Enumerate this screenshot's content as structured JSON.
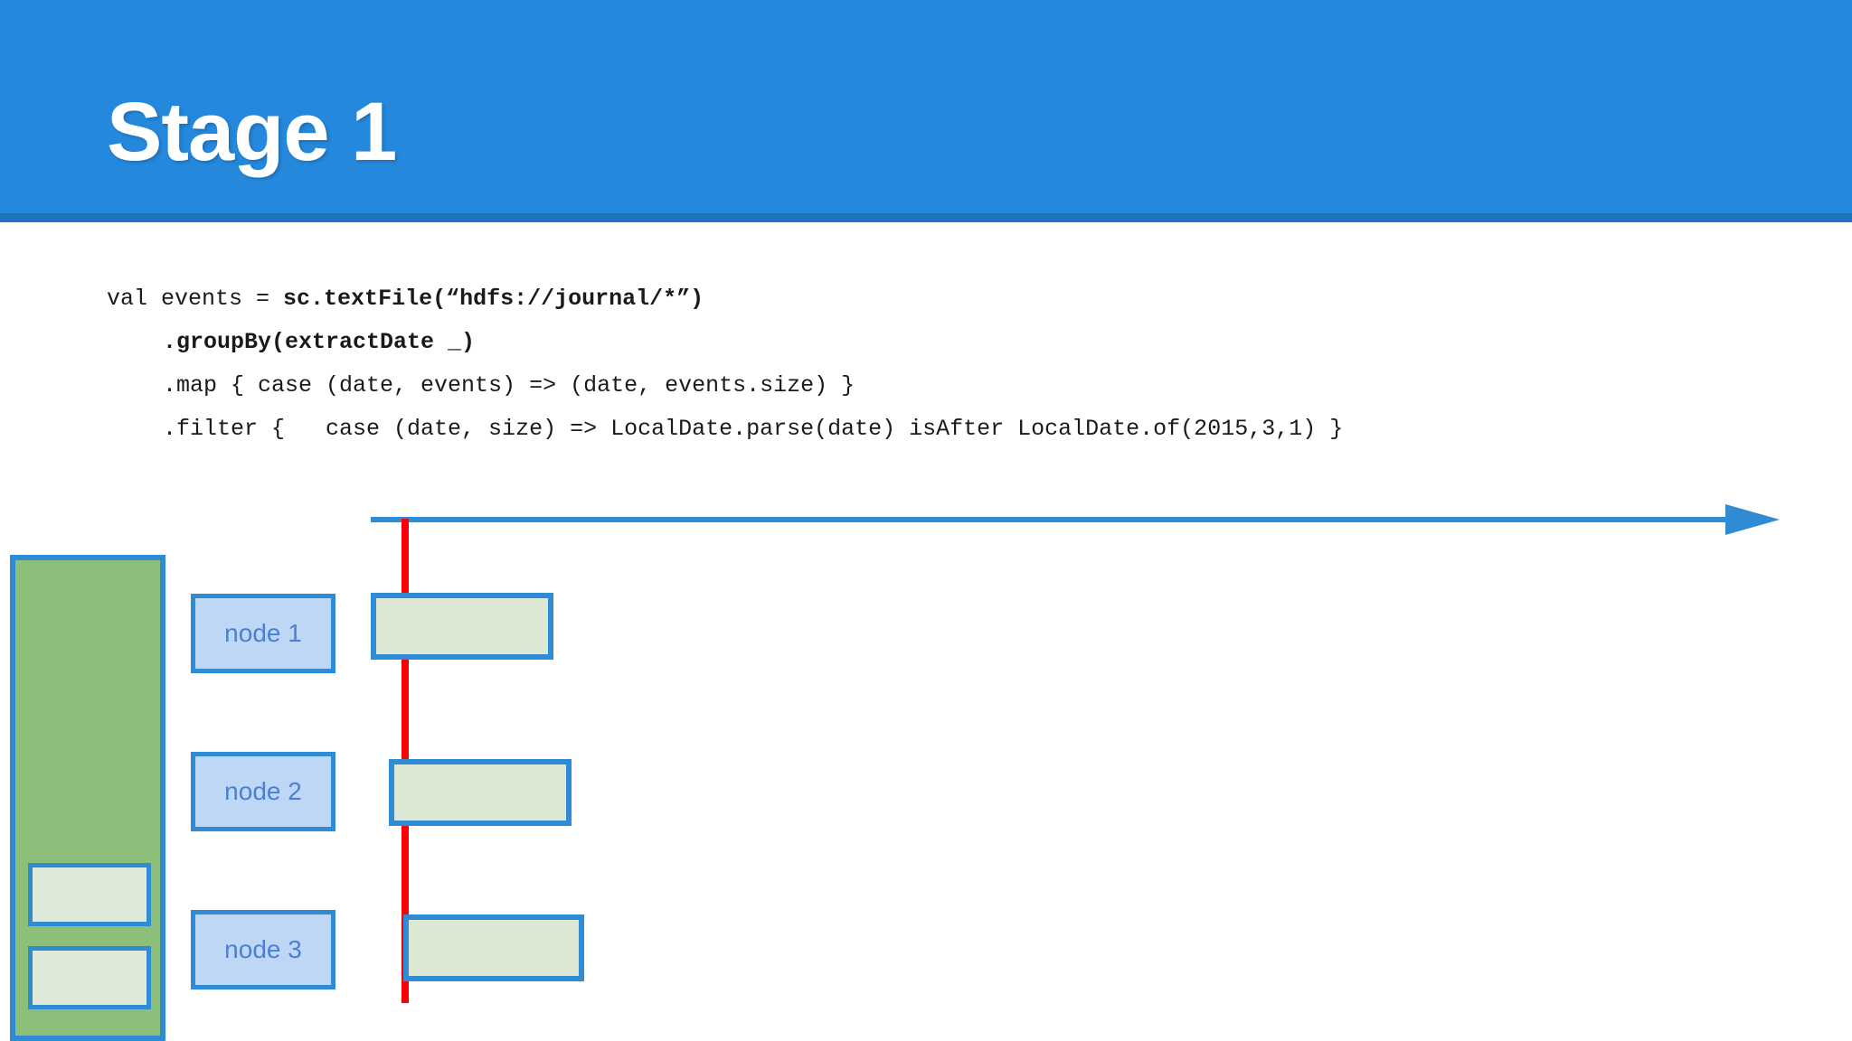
{
  "slide": {
    "title": "Stage 1",
    "header_color": "#2488dc",
    "header_underline_color": "#2072bd",
    "title_color": "#ffffff"
  },
  "code": {
    "language": "scala",
    "lines": [
      {
        "plain_prefix": "val events = ",
        "emphasis": "sc.textFile(“hdfs://journal/*”)",
        "plain_suffix": ""
      },
      {
        "plain_prefix": "",
        "emphasis": ".groupBy(extractDate _)",
        "plain_suffix": ""
      },
      {
        "plain_prefix": ".map { case (date, events) => (date, events.size) }",
        "emphasis": "",
        "plain_suffix": ""
      },
      {
        "plain_prefix": ".filter {   case (date, size) => LocalDate.parse(date) isAfter LocalDate.of(2015,3,1) }",
        "emphasis": "",
        "plain_suffix": ""
      }
    ]
  },
  "diagram": {
    "timeline": {
      "label": "time-axis",
      "color": "#2e8bd4"
    },
    "now_marker": {
      "label": "current-time-marker",
      "color": "#fb0007"
    },
    "partition_column": {
      "label": "input-partitions",
      "fill": "#8cc07a",
      "border": "#2e8bd4",
      "pending_slots": [
        "",
        ""
      ]
    },
    "nodes": [
      {
        "label": "node 1"
      },
      {
        "label": "node 2"
      },
      {
        "label": "node 3"
      }
    ],
    "tasks": [
      {
        "node": "node 1",
        "label": ""
      },
      {
        "node": "node 2",
        "label": ""
      },
      {
        "node": "node 3",
        "label": ""
      }
    ],
    "colors": {
      "node_fill": "#bdd7f5",
      "node_text": "#4a7fd6",
      "task_fill": "#dce8d3",
      "task_border": "#2e8bd4"
    }
  }
}
